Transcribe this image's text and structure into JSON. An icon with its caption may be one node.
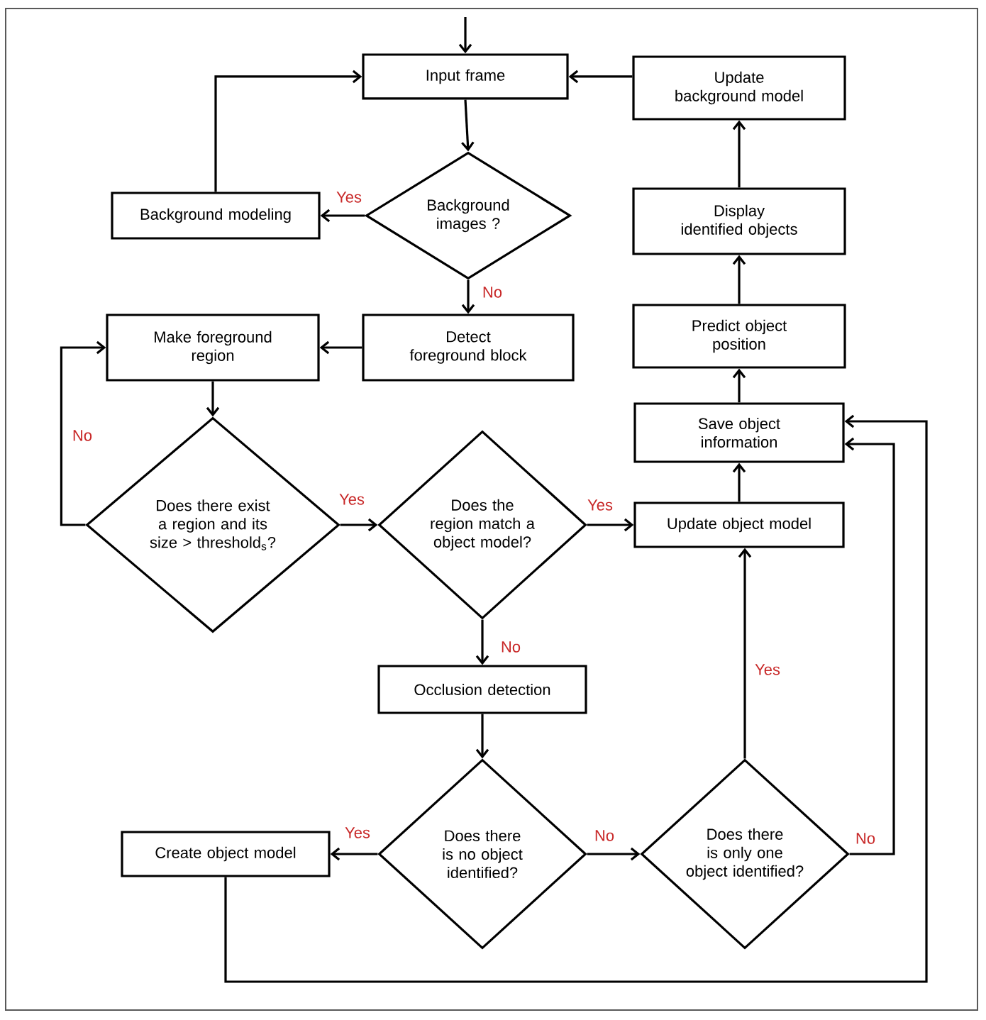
{
  "diagram": {
    "nodes": [
      {
        "text": [
          "Input frame"
        ]
      },
      {
        "text": [
          "Update background model"
        ]
      },
      {
        "text": [
          "Background images ?"
        ]
      },
      {
        "text": [
          "Background modeling"
        ]
      },
      {
        "text": [
          "Display identified objects"
        ]
      },
      {
        "text": [
          "Make foreground region"
        ]
      },
      {
        "text": [
          "Detect foreground block"
        ]
      },
      {
        "text": [
          "Predict object position"
        ]
      },
      {
        "text": [
          "Save object information"
        ]
      },
      {
        "text": [
          "Does there exist a region and its size > threshold$_{s}$?"
        ]
      },
      {
        "text": [
          "Does the region match a object model?"
        ]
      },
      {
        "text": [
          "Update object model"
        ]
      },
      {
        "text": [
          "Occlusion detection"
        ]
      },
      {
        "text": [
          "Create object model"
        ]
      },
      {
        "text": [
          "Does there is no object identified?"
        ]
      },
      {
        "text": [
          "Does there is only one object identified?"
        ]
      }
    ],
    "edges": [
      {
        "from": null,
        "to": 0,
        "arrow": "to"
      },
      {
        "from": 1,
        "to": 0,
        "arrow": "to"
      },
      {
        "from": 0,
        "to": 2,
        "arrow": "to"
      },
      {
        "from": 2,
        "to": 3,
        "arrow": "to",
        "label": "Yes"
      },
      {
        "from": 3,
        "to": 0,
        "arrow": "to"
      },
      {
        "from": 2,
        "to": 6,
        "arrow": "to",
        "label": "No"
      },
      {
        "from": 6,
        "to": 5,
        "arrow": "to"
      },
      {
        "from": 5,
        "to": 9,
        "arrow": "to"
      },
      {
        "from": 9,
        "to": 5,
        "arrow": "to",
        "label": "No"
      },
      {
        "from": 9,
        "to": 10,
        "arrow": "to",
        "label": "Yes"
      },
      {
        "from": 10,
        "to": 11,
        "arrow": "to",
        "label": "Yes"
      },
      {
        "from": 10,
        "to": 12,
        "arrow": "to",
        "label": "No"
      },
      {
        "from": 11,
        "to": 8,
        "arrow": "to"
      },
      {
        "from": 8,
        "to": 7,
        "arrow": "to"
      },
      {
        "from": 7,
        "to": 4,
        "arrow": "to"
      },
      {
        "from": 4,
        "to": 1,
        "arrow": "to"
      },
      {
        "from": 12,
        "to": 14,
        "arrow": "to"
      },
      {
        "from": 14,
        "to": 13,
        "arrow": "to",
        "label": "Yes"
      },
      {
        "from": 14,
        "to": 15,
        "arrow": "to",
        "label": "No"
      },
      {
        "from": 15,
        "to": 11,
        "arrow": "to",
        "label": "Yes"
      },
      {
        "from": 15,
        "to": 8,
        "arrow": "to",
        "label": "No"
      },
      {
        "from": 13,
        "to": 8,
        "arrow": "to"
      }
    ]
  }
}
